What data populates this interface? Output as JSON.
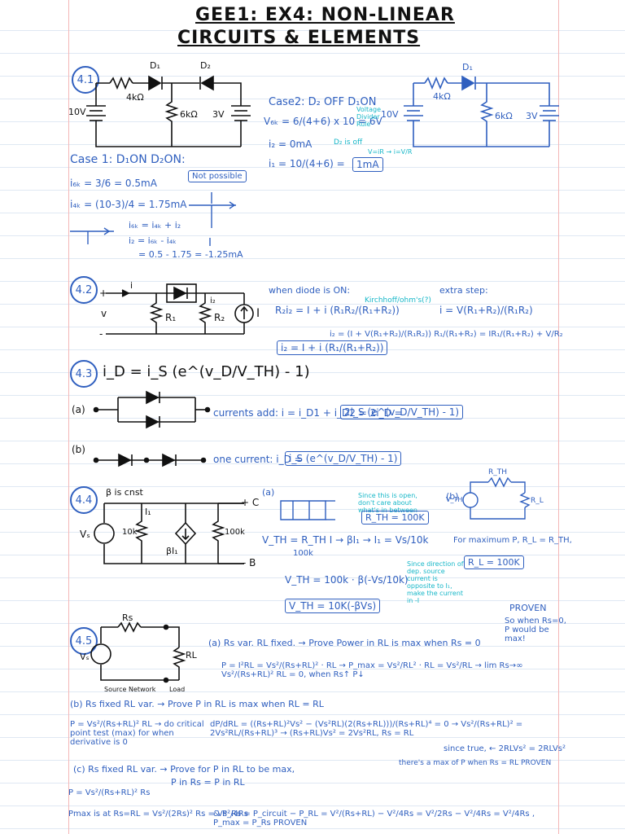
{
  "title": {
    "line1": "GEE1: EX4: NON-LINEAR",
    "line2": "CIRCUITS & ELEMENTS"
  },
  "sec41": {
    "label": "4.1",
    "d1": "D₁",
    "d2": "D₂",
    "r4k": "4kΩ",
    "r6k": "6kΩ",
    "v10": "10V",
    "v3": "3V",
    "case1_title": "Case 1: D₁ON D₂ON:",
    "i6k": "i₆ₖ = 3/6 = 0.5mA",
    "i4k": "i₄ₖ = (10-3)/4 = 1.75mA",
    "kcl1": "i₆ₖ = i₄ₖ + i₂",
    "kcl2": "i₂ = i₆ₖ - i₄ₖ",
    "kcl3": "= 0.5 - 1.75 = -1.25mA",
    "not_possible": "Not possible",
    "case2_title": "Case2: D₂ OFF D₁ON",
    "v6k": "V₆ₖ = 6/(4+6) x 10 = 6V",
    "voltage_divider": "Voltage Divider Rule",
    "i2": "i₂ = 0mA",
    "d2off": "D₂ is off",
    "i1": "i₁ = 10/(4+6) =",
    "i1_ans": "1mA",
    "vir": "V=iR → i=V/R",
    "r_right_d1": "D₁",
    "r_right_4k": "4kΩ",
    "r_right_6k": "6kΩ",
    "r_right_10v": "10V",
    "r_right_3v": "3V"
  },
  "sec42": {
    "label": "4.2",
    "r1": "R₁",
    "r2": "R₂",
    "I": "I",
    "i": "i",
    "i2": "i₂",
    "v": "v",
    "when_on": "when diode is ON:",
    "eq1": "R₂i₂ = I + i (R₁R₂/(R₁+R₂))",
    "kcl_note": "Kirchhoff/ohm's(?)",
    "eq2": "i₂ = I + i (R₁/(R₁+R₂))",
    "extra": "extra step:",
    "eq3": "i = V(R₁+R₂)/(R₁R₂)",
    "eq4": "i₂ = (I + V(R₁+R₂)/(R₁R₂)) R₁/(R₁+R₂) = IR₁/(R₁+R₂) + V/R₂"
  },
  "sec43": {
    "label": "4.3",
    "eq": "i_D = i_S (e^(v_D/V_TH) - 1)",
    "a": "(a)",
    "a_text": "currents add: i = i_D1 + i_D2 = 2i_D =",
    "a_box": "2i_S (e^(v_D/V_TH) - 1)",
    "b": "(b)",
    "b_text": "one current: i_D =",
    "b_box": "i_S (e^(v_D/V_TH) - 1)"
  },
  "sec44": {
    "label": "4.4",
    "beta": "β is cnst",
    "vs": "Vₛ",
    "r10k": "10k",
    "r100k": "100k",
    "bi1": "βI₁",
    "i1": "I₁",
    "c": "+ C",
    "b": "- B",
    "a_note": "(a)",
    "cyan_note": "Since this is open, don't care about what's in between",
    "rth": "R_TH = 100K",
    "vth1": "V_TH = R_TH I → βI₁  →  I₁ = Vs/10k",
    "k100": "100k",
    "cyan_note2": "Since direction of dep. source current is opposite to I₁, make the current in -I",
    "vth2": "V_TH = 100k · β(-Vs/10k)",
    "vth3": "V_TH = 10K(-βVs)",
    "b_note": "(b)",
    "vth_src": "V_TH",
    "rth_top": "R_TH",
    "rl": "R_L",
    "max_p": "For maximum P, R_L = R_TH,",
    "rl_ans": "R_L = 100K"
  },
  "sec45": {
    "label": "4.5",
    "rs": "Rs",
    "rl": "RL",
    "vs": "Vₛ",
    "source_net": "Source Network",
    "load": "Load",
    "a": "(a) Rs var.  RL fixed. → Prove Power in RL is max when Rs = 0",
    "a_eq": "P = I²RL = Vs²/(Rs+RL)² · RL → P_max = Vs²/RL² · RL = Vs²/RL  →  lim Rs→∞ Vs²/(Rs+RL)² RL = 0, when Rs↑ P↓",
    "proven": "PROVEN",
    "proven_note": "So when Rs=0, P would be max!",
    "b": "(b) Rs fixed RL var. → Prove P in RL is max when RL = RL",
    "b_eq": "P = Vs²/(Rs+RL)² RL → do critical point test (max) for when derivative is 0",
    "b_deriv": "dP/dRL = ((Rs+RL)²Vs² − (Vs²RL)(2(Rs+RL)))/(Rs+RL)⁴ = 0 → Vs²/(Rs+RL)² = 2Vs²RL/(Rs+RL)³ → (Rs+RL)Vs² = 2Vs²RL, Rs = RL",
    "b_since": "since true, ← 2RLVs² = 2RLVs²",
    "b_max": "there's a max of P when Rs = RL PROVEN",
    "c": "(c) Rs fixed RL var. → Prove for P in RL to be max,",
    "c2": "P in Rs = P in RL",
    "c_eq1": "P = Vs²/(Rs+RL)² Rs",
    "c_eq2": "Pmax is at Rs=RL = Vs²/(2Rs)² Rs = Vs²/4Rs",
    "c_eq3": "& P_Rs = P_circuit − P_RL = V²/(Rs+RL) − V²/4Rs = V²/2Rs − V²/4Rs = V²/4Rs ,  P_max = P_Rs  PROVEN"
  }
}
